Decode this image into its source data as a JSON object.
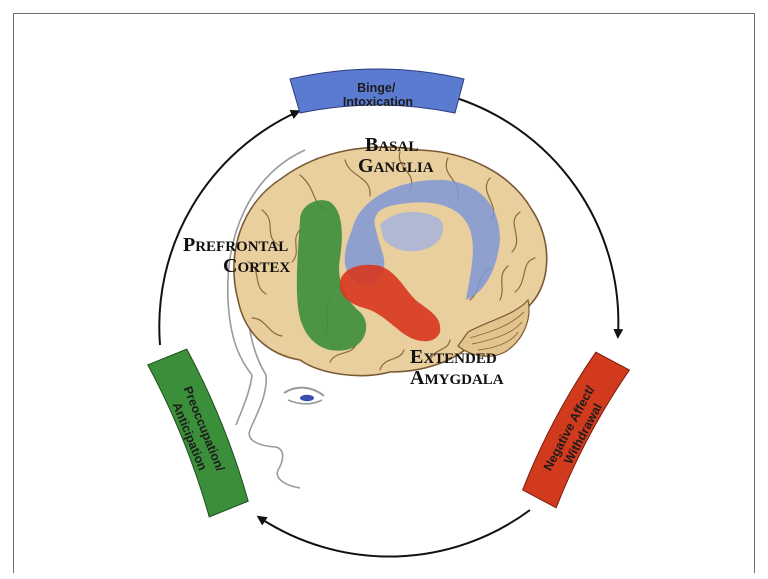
{
  "stages": {
    "binge": {
      "line1": "Binge/",
      "line2": "Intoxication",
      "color": "#5b7bd0"
    },
    "negative": {
      "line1": "Negative Affect/",
      "line2": "Withdrawal",
      "color": "#d13a1c"
    },
    "preoccupation": {
      "line1": "Preoccupation/",
      "line2": "Anticipation",
      "color": "#3c8f3a"
    }
  },
  "regions": {
    "basal_ganglia": {
      "line1_initial": "B",
      "line1_rest": "ASAL",
      "line2_initial": "G",
      "line2_rest": "ANGLIA",
      "color": "#7f98d6"
    },
    "prefrontal_cortex": {
      "line1_initial": "P",
      "line1_rest": "REFRONTAL",
      "line2_initial": "C",
      "line2_rest": "ORTEX",
      "color": "#3f8f3e"
    },
    "extended_amygdala": {
      "line1_initial": "E",
      "line1_rest": "XTENDED",
      "line2_initial": "A",
      "line2_rest": "MYGDALA",
      "color": "#d8361f"
    }
  },
  "brain_color": "#e9cf9e",
  "arrow_color": "#111111"
}
